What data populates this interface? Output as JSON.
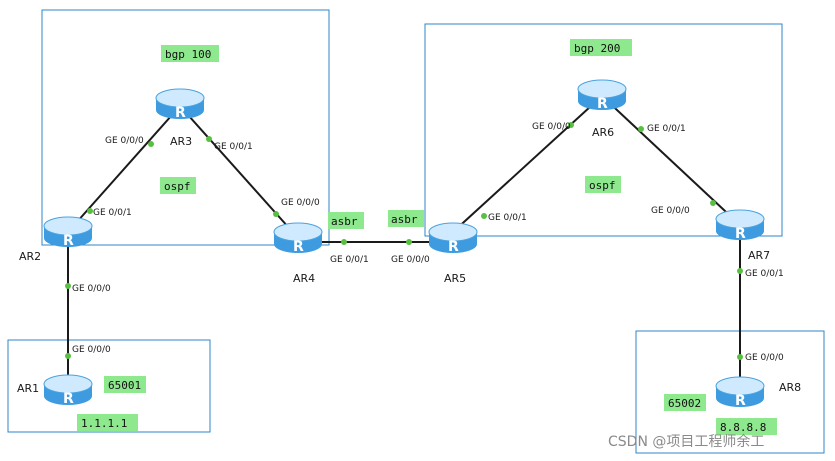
{
  "areas": [
    {
      "id": "bgp100",
      "label": "bgp 100"
    },
    {
      "id": "bgp200",
      "label": "bgp 200"
    },
    {
      "id": "as65001",
      "label": "65001"
    },
    {
      "id": "as65002",
      "label": "65002"
    }
  ],
  "tags": {
    "ospf_left": "ospf",
    "ospf_right": "ospf",
    "asbr_left": "asbr",
    "asbr_right": "asbr",
    "ip_ar1": "1.1.1.1",
    "ip_ar8": "8.8.8.8"
  },
  "routers": {
    "AR1": {
      "label": "AR1",
      "icon": "R"
    },
    "AR2": {
      "label": "AR2",
      "icon": "R"
    },
    "AR3": {
      "label": "AR3",
      "icon": "R"
    },
    "AR4": {
      "label": "AR4",
      "icon": "R"
    },
    "AR5": {
      "label": "AR5",
      "icon": "R"
    },
    "AR6": {
      "label": "AR6",
      "icon": "R"
    },
    "AR7": {
      "label": "AR7",
      "icon": "R"
    },
    "AR8": {
      "label": "AR8",
      "icon": "R"
    }
  },
  "links": [
    {
      "id": "ar2-ar3",
      "a": "AR2",
      "b": "AR3",
      "a_if": "GE 0/0/1",
      "b_if": "GE 0/0/0"
    },
    {
      "id": "ar3-ar4",
      "a": "AR3",
      "b": "AR4",
      "a_if": "GE 0/0/1",
      "b_if": "GE 0/0/0"
    },
    {
      "id": "ar2-ar1",
      "a": "AR2",
      "b": "AR1",
      "a_if": "GE 0/0/0",
      "b_if": "GE 0/0/0"
    },
    {
      "id": "ar4-ar5",
      "a": "AR4",
      "b": "AR5",
      "a_if": "GE 0/0/1",
      "b_if": "GE 0/0/0"
    },
    {
      "id": "ar5-ar6",
      "a": "AR5",
      "b": "AR6",
      "a_if": "GE 0/0/1",
      "b_if": "GE 0/0/0"
    },
    {
      "id": "ar6-ar7",
      "a": "AR6",
      "b": "AR7",
      "a_if": "GE 0/0/1",
      "b_if": "GE 0/0/0"
    },
    {
      "id": "ar7-ar8",
      "a": "AR7",
      "b": "AR8",
      "a_if": "GE 0/0/1",
      "b_if": "GE 0/0/0"
    }
  ],
  "watermark": "CSDN @项目工程师余工",
  "colors": {
    "area_border": "#2e86c8",
    "tag_bg": "#8ee88e",
    "port_dot": "#58c040",
    "router_body": "#3e9be0",
    "link": "#1a1a1a"
  }
}
